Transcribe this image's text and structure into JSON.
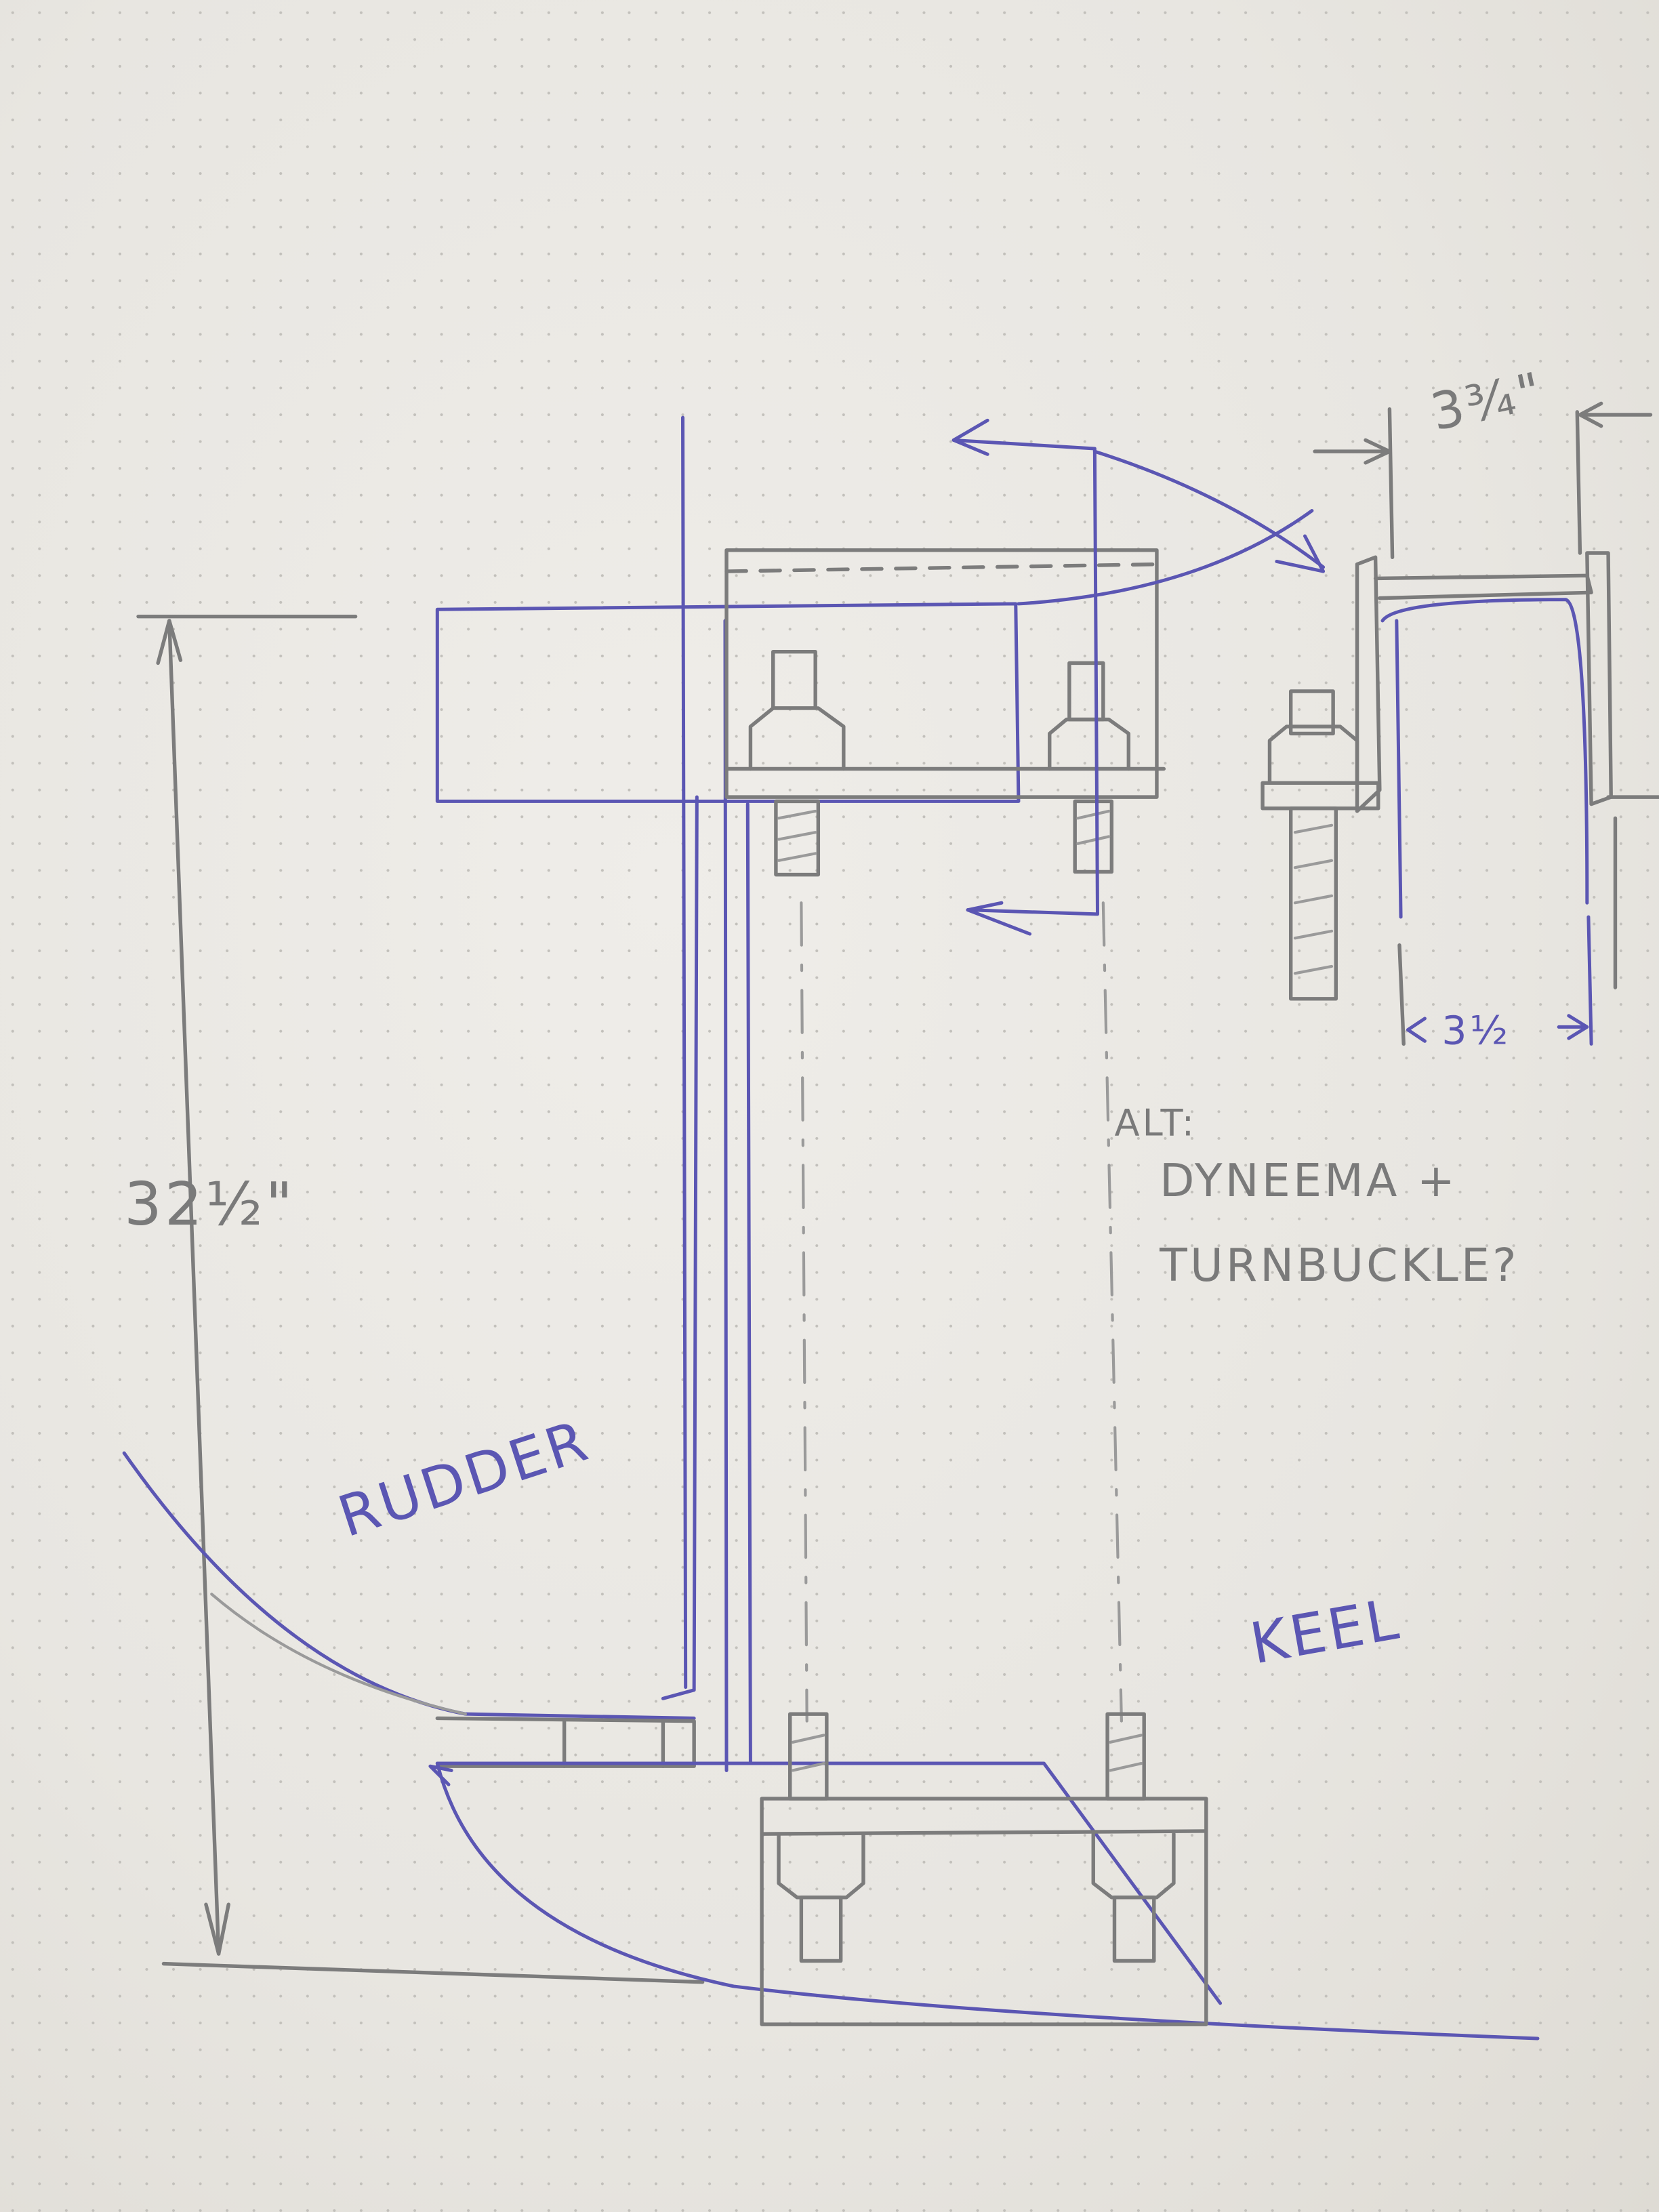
{
  "drawing": {
    "labels": {
      "rudder": "RUDDER",
      "keel": "KEEL",
      "alt_note_line1": "ALT:",
      "alt_note_line2": "DYNEEMA +",
      "alt_note_line3": "TURNBUCKLE?"
    },
    "dimensions": {
      "overall_height": "32½\"",
      "bracket_width_top": "3¾\"",
      "bracket_width_bottom": "3½"
    },
    "colors": {
      "paper": "#e9e7e2",
      "pencil": "#7c7c7c",
      "pen": "#5b56b3"
    }
  }
}
